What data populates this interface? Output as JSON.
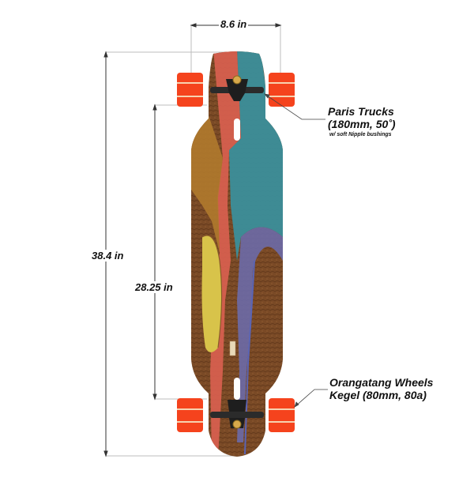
{
  "dimensions": {
    "width": "8.6 in",
    "total_length": "38.4 in",
    "wheelbase": "28.25 in"
  },
  "specs": {
    "trucks": {
      "title": "Paris Trucks",
      "detail": "(180mm, 50˚)",
      "note": "w/ soft Nipple bushings"
    },
    "wheels": {
      "title": "Orangatang Wheels",
      "detail": "Kegel (80mm, 80a)"
    }
  },
  "colors": {
    "wheel": "#f5431d",
    "wheel_stripe": "#f7d2b0",
    "truck": "#2b2b2b",
    "deck_wood": "#7a4a26",
    "teal": "#3b8e9a",
    "coral": "#d8604f",
    "purple": "#6c6aa8",
    "ochre": "#b07a2e",
    "yellow": "#d8c34a",
    "dim_line": "#9a9a9a",
    "arrow": "#333333"
  }
}
